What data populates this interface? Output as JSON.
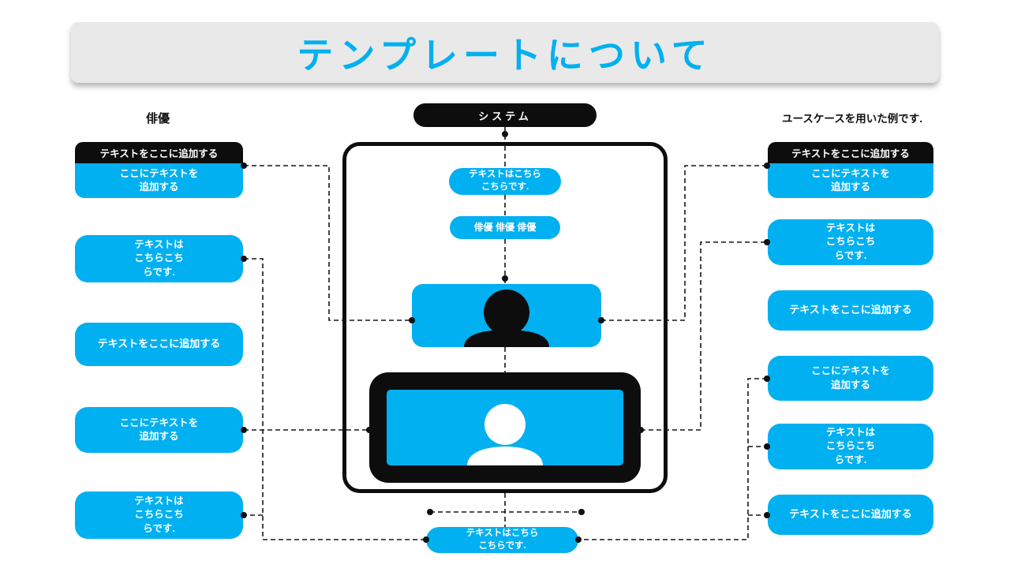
{
  "title": "テンプレートについて",
  "actor_label": "俳優",
  "system_label": "システム",
  "example_note": "ユースケースを用いた例です.",
  "left_column": {
    "header": "テキストをここに追加する",
    "boxes": [
      "ここにテキストを\n追加する",
      "テキストは\nこちらこち\nらです.",
      "テキストをここに追加する",
      "ここにテキストを\n追加する",
      "テキストは\nこちらこち\nらです."
    ]
  },
  "right_column": {
    "header": "テキストをここに追加する",
    "boxes": [
      "ここにテキストを\n追加する",
      "テキストは\nこちらこち\nらです.",
      "テキストをここに追加する",
      "ここにテキストを\n追加する",
      "テキストは\nこちらこち\nらです.",
      "テキストをここに追加する"
    ]
  },
  "system_box": {
    "pill_top": "テキストはこちら\nこちらです.",
    "pill_actors": "俳優 俳優 俳優",
    "bottom_pill": "テキストはこちら\nこちらです."
  },
  "colors": {
    "accent": "#00b0f0",
    "ink": "#0d0d0d",
    "banner": "#e9e9e9",
    "background": "#ffffff"
  }
}
